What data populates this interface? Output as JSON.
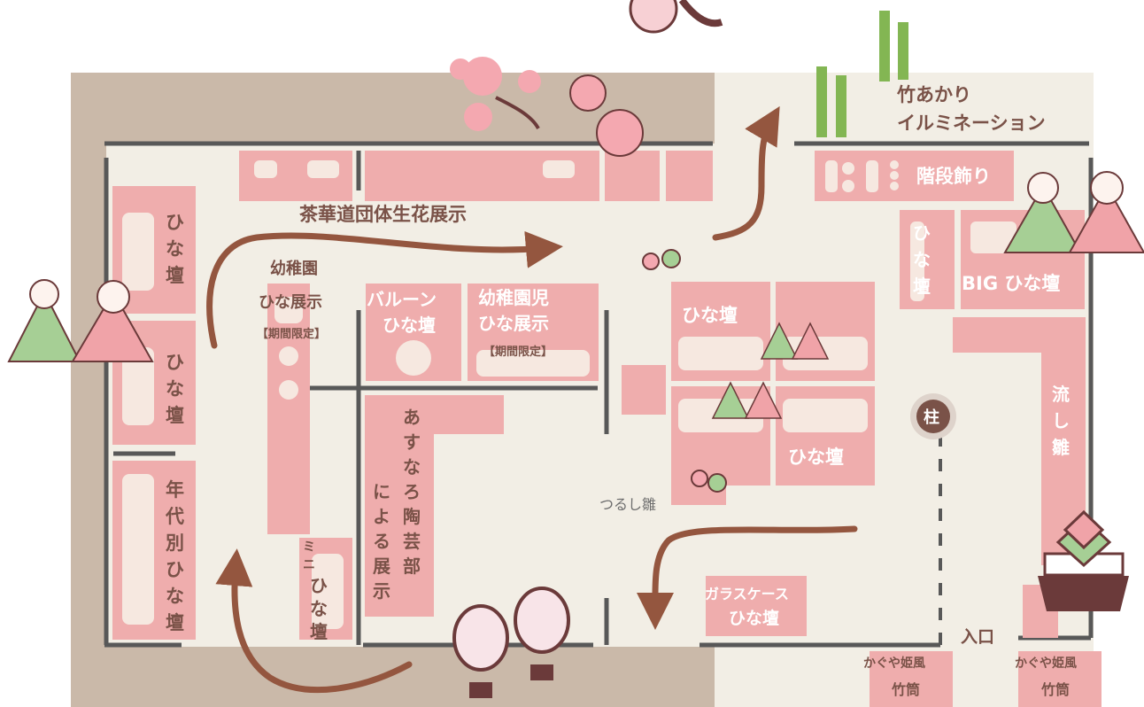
{
  "colors": {
    "outer_bg": "#cab9a9",
    "floor": "#f2eee5",
    "booth": "#efadad",
    "booth_inner": "#f6e8e0",
    "wall": "#585858",
    "text": "#7a5248",
    "arrow": "#94563f",
    "bamboo": "#83b653",
    "hina_green": "#a6cf95",
    "hina_pink": "#f0a3a8"
  },
  "labels": {
    "bamboo_light": [
      "竹あかり",
      "イルミネーション"
    ],
    "tea_flower": "茶華道団体生花展示",
    "staircase": "階段飾り",
    "hina_dan": "ひな壇",
    "hina_dan_v": [
      "ひ",
      "な",
      "壇"
    ],
    "nendai": [
      "年",
      "代",
      "別",
      "ひ",
      "な",
      "壇"
    ],
    "kindergarten": [
      "幼稚園",
      "ひな展示",
      "【期間限定】"
    ],
    "balloon": [
      "バルーン",
      "ひな壇"
    ],
    "kindergarten_kids": [
      "幼稚園児",
      "ひな展示",
      "【期間限定】"
    ],
    "asunaro_col1": [
      "あ",
      "す",
      "な",
      "ろ",
      "陶",
      "芸",
      "部"
    ],
    "asunaro_col2": [
      "に",
      "よ",
      "る",
      "展",
      "示"
    ],
    "mini": [
      "ミ",
      "ニ"
    ],
    "tsurushi": "つるし雛",
    "glass_case": [
      "ガラスケース",
      "ひな壇"
    ],
    "big": "BIG ひな壇",
    "nagashi": [
      "流",
      "し",
      "雛"
    ],
    "pillar": "柱",
    "entrance": "入口",
    "kaguya": [
      "かぐや姫風",
      "竹筒"
    ]
  }
}
